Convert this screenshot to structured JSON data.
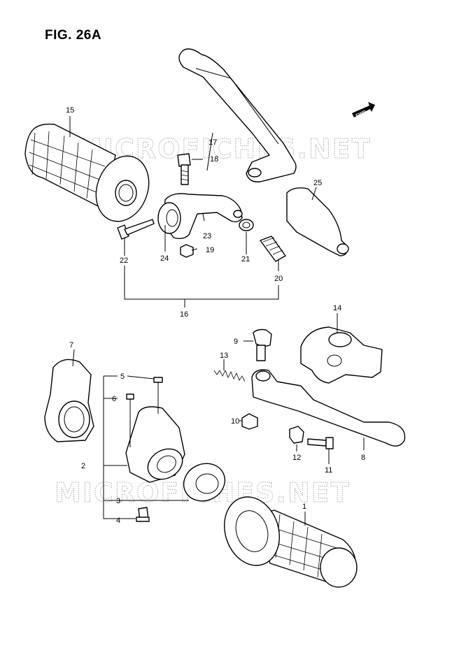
{
  "figure": {
    "title": "FIG. 26A"
  },
  "watermark": {
    "text": "MICROFICHES.NET"
  },
  "direction_marker": {
    "text": "FWD"
  },
  "callouts": {
    "c1": "1",
    "c2": "2",
    "c3": "3",
    "c4": "4",
    "c5": "5",
    "c6": "6",
    "c7": "7",
    "c8": "8",
    "c9": "9",
    "c10": "10",
    "c11": "11",
    "c12": "12",
    "c13": "13",
    "c14": "14",
    "c15": "15",
    "c16": "16",
    "c17": "17",
    "c18": "18",
    "c19": "19",
    "c20": "20",
    "c21": "21",
    "c22": "22",
    "c23": "23",
    "c24": "24",
    "c25": "25"
  }
}
